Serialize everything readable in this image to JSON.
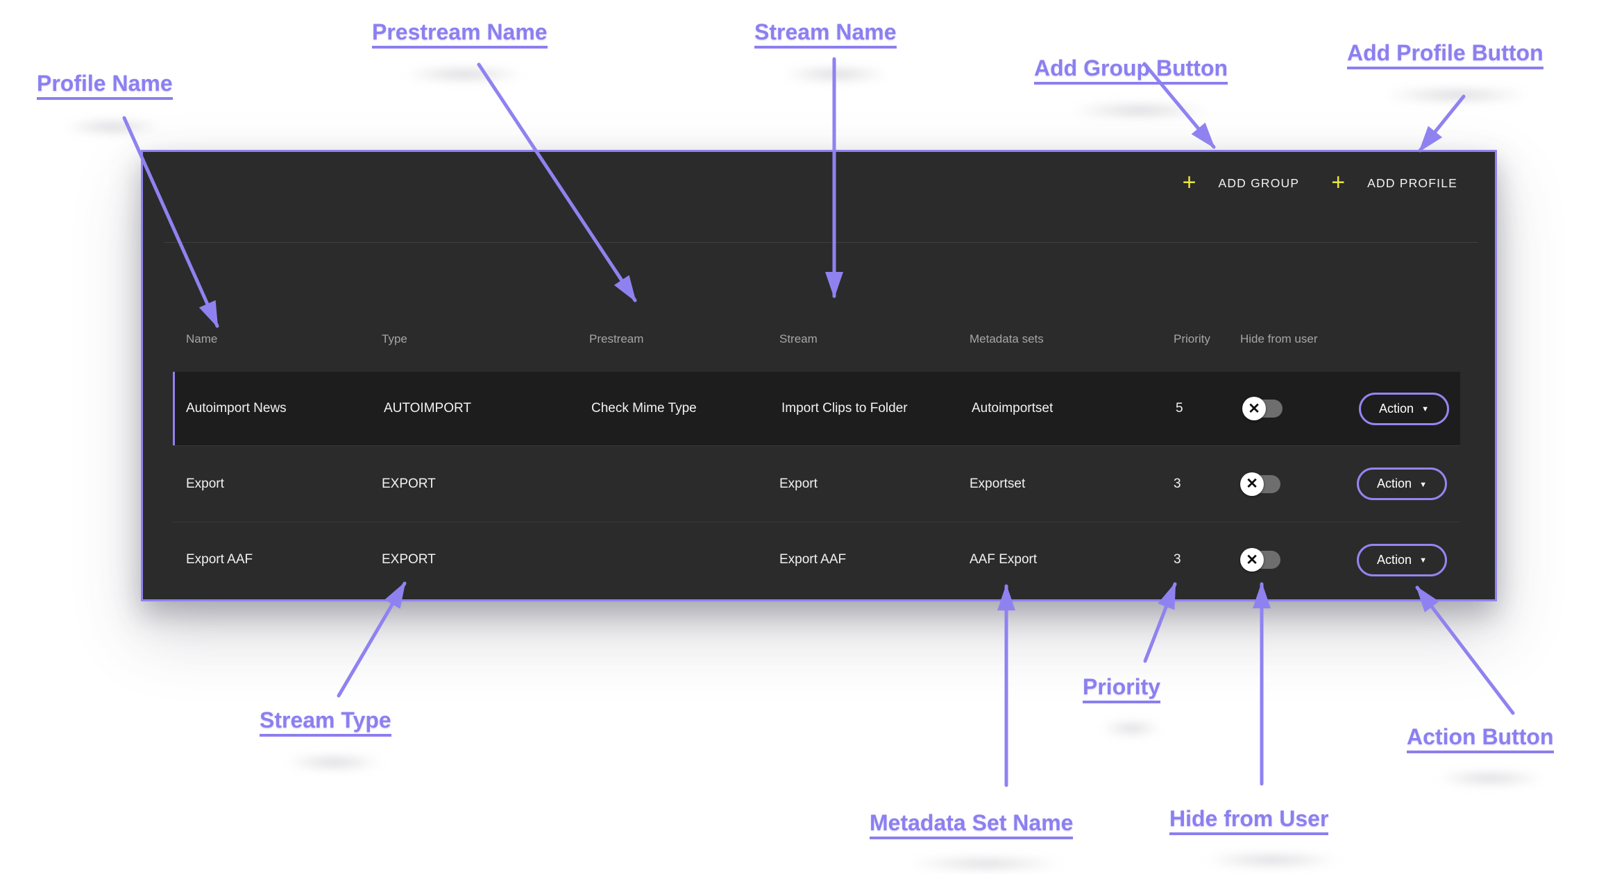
{
  "annotations": {
    "accent_color": "#8f82f0",
    "labels": {
      "profile_name": "Profile Name",
      "prestream_name": "Prestream Name",
      "stream_name": "Stream Name",
      "add_group_button": "Add Group Button",
      "add_profile_button": "Add Profile Button",
      "stream_type": "Stream Type",
      "metadata_set_name": "Metadata Set Name",
      "priority": "Priority",
      "hide_from_user": "Hide from User",
      "action_button": "Action Button"
    }
  },
  "toolbar": {
    "plus_icon": "+",
    "plus_color": "#e8e53a",
    "add_group_label": "ADD GROUP",
    "add_profile_label": "ADD PROFILE"
  },
  "table": {
    "columns": {
      "name": "Name",
      "type": "Type",
      "prestream": "Prestream",
      "stream": "Stream",
      "metadata_sets": "Metadata sets",
      "priority": "Priority",
      "hide_from_user": "Hide from user"
    },
    "action_label": "Action",
    "action_caret": "▼",
    "toggle_glyph": "✕",
    "rows": [
      {
        "name": "Autoimport News",
        "type": "AUTOIMPORT",
        "prestream": "Check Mime Type",
        "stream": "Import Clips to Folder",
        "metadata_sets": "Autoimportset",
        "priority": "5"
      },
      {
        "name": "Export",
        "type": "EXPORT",
        "prestream": "",
        "stream": "Export",
        "metadata_sets": "Exportset",
        "priority": "3"
      },
      {
        "name": "Export AAF",
        "type": "EXPORT",
        "prestream": "",
        "stream": "Export AAF",
        "metadata_sets": "AAF Export",
        "priority": "3"
      }
    ]
  }
}
